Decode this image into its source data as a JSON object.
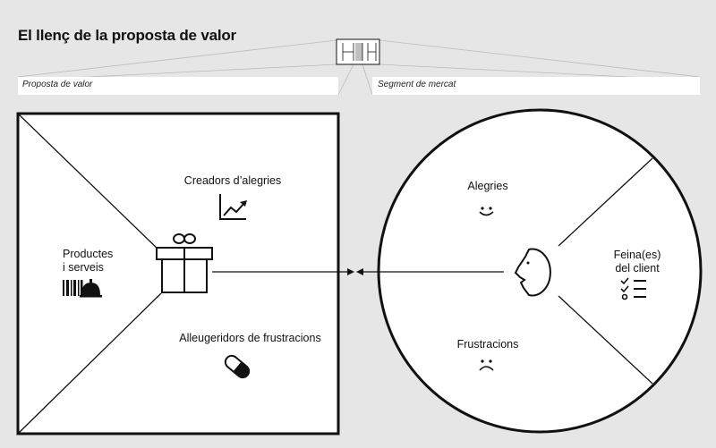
{
  "title": "El llenç de la proposta de valor",
  "bands": {
    "left": "Proposta de valor",
    "right": "Segment de mercat"
  },
  "value_map": {
    "gain_creators": "Creadors d’alegries",
    "products_line1": "Productes",
    "products_line2": "i serveis",
    "pain_relievers": "Alleugeridors de frustracions"
  },
  "customer_profile": {
    "gains": "Alegries",
    "jobs_line1": "Feina(es)",
    "jobs_line2": "del client",
    "pains": "Frustracions"
  },
  "icons": {
    "gift": "gift-icon",
    "chart": "rising-chart-icon",
    "barcode": "barcode-icon",
    "cloche": "service-bell-icon",
    "pill": "pill-icon",
    "smile": "smiley-icon",
    "frown": "sad-face-icon",
    "face": "face-profile-icon",
    "checklist": "checklist-icon",
    "thumbnail": "canvas-thumbnail-icon"
  },
  "colors": {
    "background": "#e6e6e6",
    "panel": "#ffffff",
    "stroke": "#111111"
  }
}
